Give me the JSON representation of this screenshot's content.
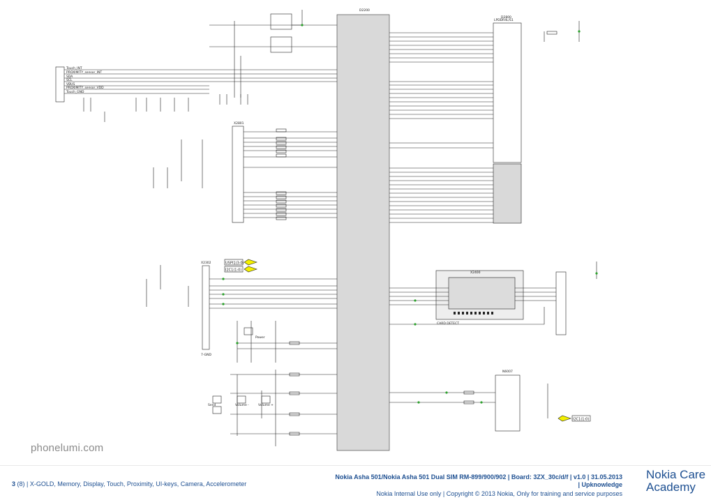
{
  "watermark": "phonelumi.com",
  "footer": {
    "page_number": "3",
    "page_total": "(8)",
    "page_desc": "| X-GOLD, Memory, Display, Touch, Proximity, UI-keys, Camera, Accelerometer",
    "title": "Nokia Asha 501/Nokia Asha 501 Dual SIM RM-899/900/902 | Board: 3ZX_30c/d/f | v1.0 | 31.05.2013",
    "revision": "| Upknowledge",
    "copyright": "Nokia Internal Use only | Copyright © 2013 Nokia, Only for training and service purposes"
  },
  "brand": {
    "line1": "Nokia Care",
    "line2": "Academy"
  },
  "schematic": {
    "main_ic": "D2200",
    "memory_ic": "D2800",
    "memory_part": "LPDDR4L/S1",
    "display_conn": "X2302",
    "camera_conn": "X2801",
    "sd_conn": "X2400",
    "accel_ic": "N6007",
    "net_labels": [
      "USPI1(3:0)",
      "I2C1(1:0)",
      "I2C1(1:0)"
    ],
    "keys": [
      "Send",
      "Volume -",
      "Volume +",
      "Power"
    ],
    "card_detect": "CARD DETECT",
    "gnd_label": "7-GND",
    "left_pins": [
      "Touch_INT",
      "PROXIMITY_sensor_INT",
      "SDA",
      "SCL",
      "VBUS",
      "PROXIMITY_sensor_VDD",
      "Touch_GND"
    ]
  }
}
